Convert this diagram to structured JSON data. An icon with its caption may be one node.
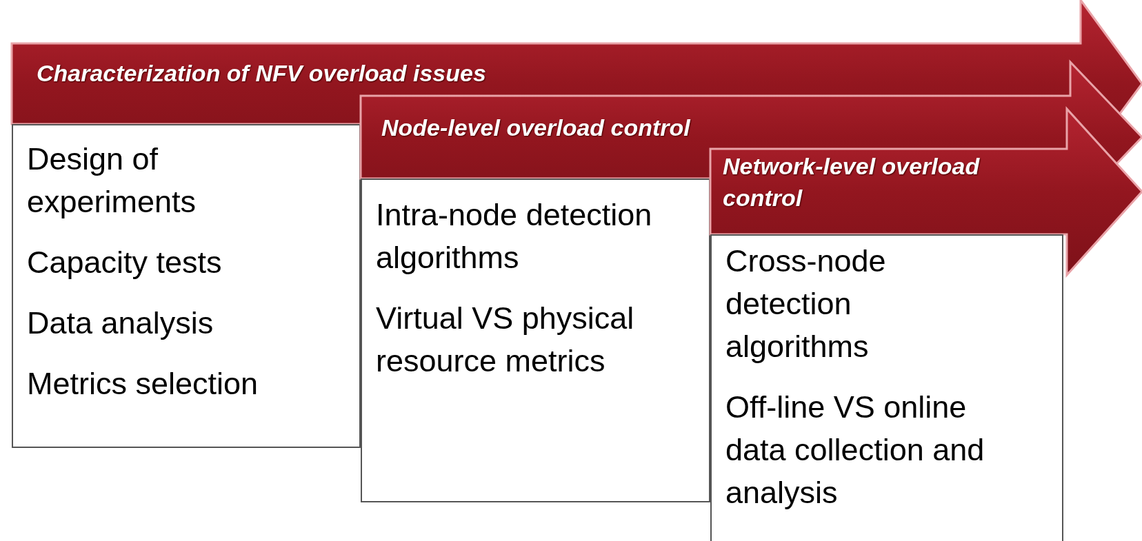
{
  "diagram": {
    "nodes": [
      {
        "text": [
          "Characterization of NFV overload issues"
        ]
      },
      {
        "text": [
          "Design of experiments",
          "Capacity tests",
          "Data analysis",
          "Metrics selection"
        ]
      },
      {
        "text": [
          "Node-level overload control"
        ]
      },
      {
        "text": [
          "Intra-node detection algorithms",
          "Virtual VS physical resource metrics"
        ]
      },
      {
        "text": [
          "Network-level overload control"
        ]
      },
      {
        "text": [
          "Cross-node detection algorithms",
          "Off-line VS online data collection and analysis"
        ]
      }
    ]
  }
}
